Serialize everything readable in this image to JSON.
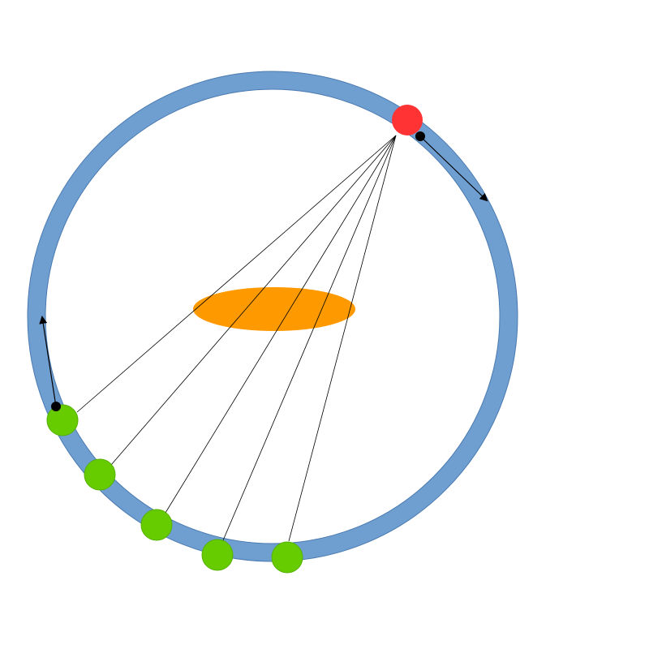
{
  "diagram": {
    "colors": {
      "ring": "#6f9fd1",
      "ring_edge": "#4a7ab0",
      "source": "#ff3333",
      "detector": "#66cc00",
      "target": "#ff9900",
      "ray": "#000000",
      "arrow": "#000000"
    },
    "elements": {
      "ring": "detector-ring",
      "source": "source-dot",
      "target": "central-object",
      "detectors": [
        "detector-1",
        "detector-2",
        "detector-3",
        "detector-4",
        "detector-5"
      ],
      "rays": 5,
      "rotation_arrows": 2
    }
  }
}
